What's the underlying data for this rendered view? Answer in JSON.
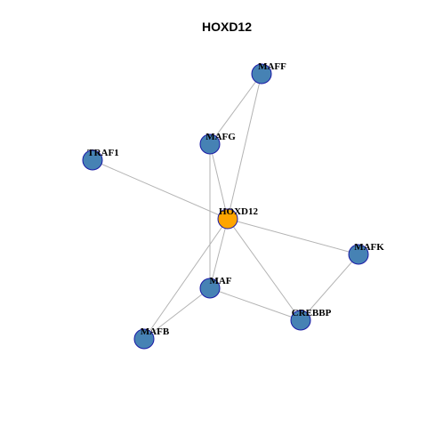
{
  "title": "HOXD12",
  "colors": {
    "center_node": "#ffa500",
    "node": "#4682b4",
    "node_border": "#1a1aa6",
    "edge": "#b3b3b3"
  },
  "nodes": [
    {
      "id": "HOXD12",
      "label": "HOXD12",
      "center": true
    },
    {
      "id": "MAFF",
      "label": "MAFF"
    },
    {
      "id": "MAFG",
      "label": "MAFG"
    },
    {
      "id": "TRAF1",
      "label": "TRAF1"
    },
    {
      "id": "MAFK",
      "label": "MAFK"
    },
    {
      "id": "MAF",
      "label": "MAF"
    },
    {
      "id": "CREBBP",
      "label": "CREBBP"
    },
    {
      "id": "MAFB",
      "label": "MAFB"
    }
  ],
  "edges": [
    [
      "MAFF",
      "MAFG"
    ],
    [
      "MAFF",
      "HOXD12"
    ],
    [
      "MAFG",
      "HOXD12"
    ],
    [
      "MAFG",
      "MAF"
    ],
    [
      "TRAF1",
      "HOXD12"
    ],
    [
      "HOXD12",
      "MAFK"
    ],
    [
      "HOXD12",
      "MAF"
    ],
    [
      "HOXD12",
      "CREBBP"
    ],
    [
      "HOXD12",
      "MAFB"
    ],
    [
      "MAFK",
      "CREBBP"
    ],
    [
      "MAF",
      "CREBBP"
    ],
    [
      "MAF",
      "MAFB"
    ]
  ]
}
